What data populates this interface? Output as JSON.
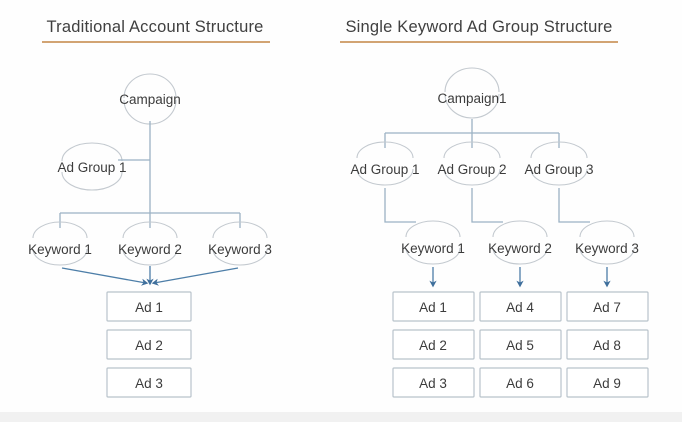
{
  "panels": [
    {
      "id": "traditional",
      "title": "Traditional Account Structure",
      "campaign": "Campaign",
      "ad_groups": [
        "Ad Group 1"
      ],
      "keywords": [
        "Keyword 1",
        "Keyword 2",
        "Keyword 3"
      ],
      "ad_columns": [
        [
          "Ad 1",
          "Ad 2",
          "Ad 3"
        ]
      ]
    },
    {
      "id": "single-keyword",
      "title": "Single Keyword Ad Group Structure",
      "campaign": "Campaign1",
      "ad_groups": [
        "Ad Group 1",
        "Ad Group 2",
        "Ad Group 3"
      ],
      "keywords": [
        "Keyword 1",
        "Keyword 2",
        "Keyword 3"
      ],
      "ad_columns": [
        [
          "Ad 1",
          "Ad 2",
          "Ad 3"
        ],
        [
          "Ad 4",
          "Ad 5",
          "Ad 6"
        ],
        [
          "Ad 7",
          "Ad 8",
          "Ad 9"
        ]
      ]
    }
  ],
  "colors": {
    "background": "#fefefe",
    "title_text": "#404040",
    "title_rule": "#d2a473",
    "connector": "#9bb2c4",
    "arrow": "#3f6f9c",
    "node_arc": "#c3c9cf",
    "box_border": "#b9c3cb",
    "label_text": "#3c3c3c"
  }
}
